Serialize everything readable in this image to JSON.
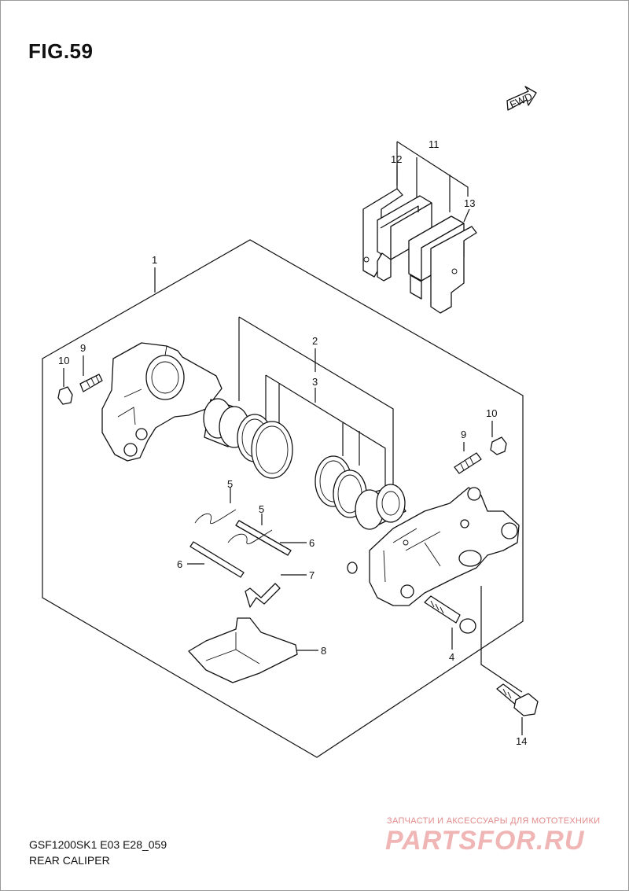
{
  "figure": {
    "title": "FIG.59",
    "model_code": "GSF1200SK1 E03 E28_059",
    "caption": "REAR CALIPER",
    "direction_badge": "FWD"
  },
  "callouts": [
    "1",
    "2",
    "3",
    "4",
    "5",
    "5",
    "6",
    "6",
    "7",
    "8",
    "9",
    "9",
    "10",
    "10",
    "11",
    "12",
    "13",
    "14"
  ],
  "watermark": {
    "tagline": "ЗАПЧАСТИ И АКСЕССУАРЫ ДЛЯ МОТОТЕХНИКИ",
    "logo": "PARTSFOR.RU"
  }
}
